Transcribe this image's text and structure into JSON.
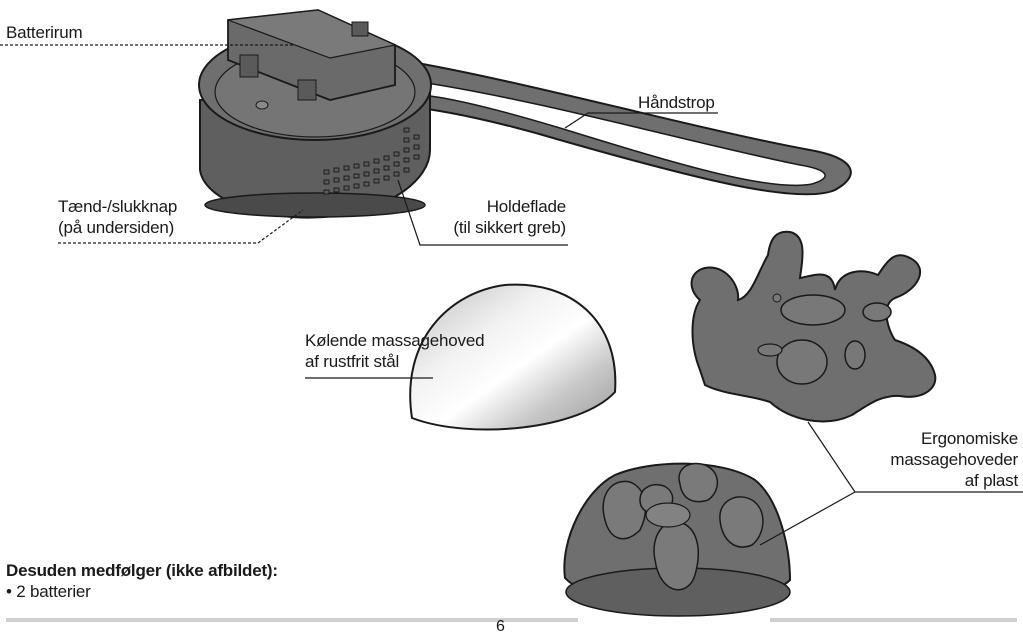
{
  "labels": {
    "battery": "Batterirum",
    "strap": "Håndstrop",
    "power_line1": "Tænd-/slukknap",
    "power_line2": "(på undersiden)",
    "grip_line1": "Holdeflade",
    "grip_line2": "(til sikkert greb)",
    "steel_line1": "Kølende massagehoved",
    "steel_line2": "af rustfrit stål",
    "plastic_line1": "Ergonomiske",
    "plastic_line2": "massagehoveder",
    "plastic_line3": "af plast"
  },
  "note": {
    "title": "Desuden medfølger (ikke afbildet):",
    "item": "• 2 batterier"
  },
  "page_number": "6",
  "colors": {
    "device_gray": "#6f6f6f",
    "device_dark": "#5a5a5a",
    "line": "#1a1a1a",
    "footer": "#d0d0d0"
  }
}
